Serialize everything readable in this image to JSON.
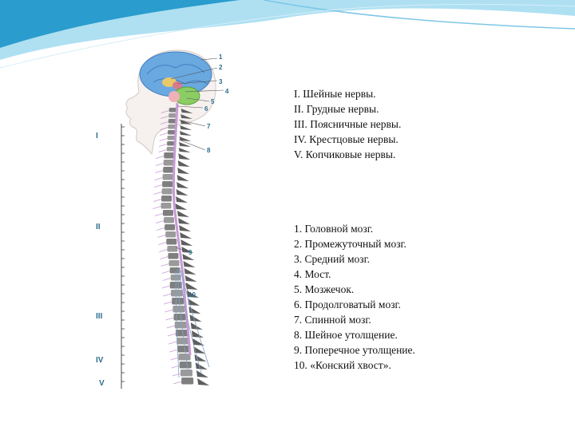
{
  "sections": [
    {
      "roman": "I",
      "text": "I. Шейные нервы."
    },
    {
      "roman": "II",
      "text": "II. Грудные нервы."
    },
    {
      "roman": "III",
      "text": "III. Поясничные нервы."
    },
    {
      "roman": "IV",
      "text": "IV. Крестцовые нервы."
    },
    {
      "roman": "V",
      "text": "V. Копчиковые нервы."
    }
  ],
  "parts": [
    {
      "num": "1",
      "text": "1. Головной мозг."
    },
    {
      "num": "2",
      "text": "2. Промежуточный мозг."
    },
    {
      "num": "3",
      "text": "3. Средний мозг."
    },
    {
      "num": "4",
      "text": "4. Мост."
    },
    {
      "num": "5",
      "text": "5. Мозжечок."
    },
    {
      "num": "6",
      "text": "6. Продолговатый мозг."
    },
    {
      "num": "7",
      "text": "7. Спинной мозг."
    },
    {
      "num": "8",
      "text": "8. Шейное утолщение."
    },
    {
      "num": "9",
      "text": "9. Поперечное утолщение."
    },
    {
      "num": "10",
      "text": "10. «Конский хвост»."
    }
  ],
  "colors": {
    "wave_dark": "#2a9ccd",
    "wave_light": "#aee0f2",
    "brain": "#6aa8e0",
    "cerebellum": "#8ccd63",
    "cord": "#c79ad6",
    "vertebra": "#7f7f7f",
    "label": "#2c6e8e"
  }
}
